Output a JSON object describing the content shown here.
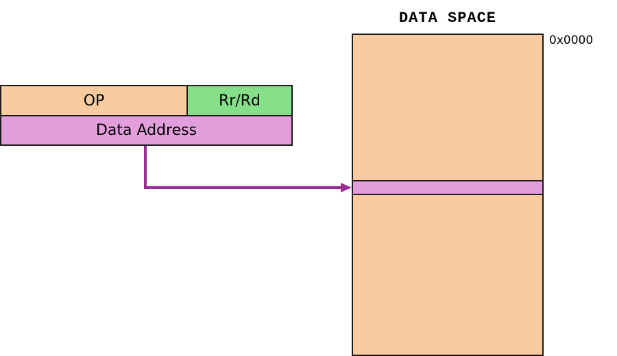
{
  "instruction": {
    "op_label": "OP",
    "register_label": "Rr/Rd",
    "address_label": "Data Address"
  },
  "data_space": {
    "title": "DATA SPACE",
    "start_address": "0x0000"
  },
  "colors": {
    "opcode_fill": "#f8cca0",
    "register_fill": "#86e08a",
    "address_fill": "#e39fdc",
    "memory_fill": "#f8cca0",
    "target_fill": "#e39fdc",
    "arrow": "#9b2d94",
    "outline": "#1a1a1a"
  }
}
